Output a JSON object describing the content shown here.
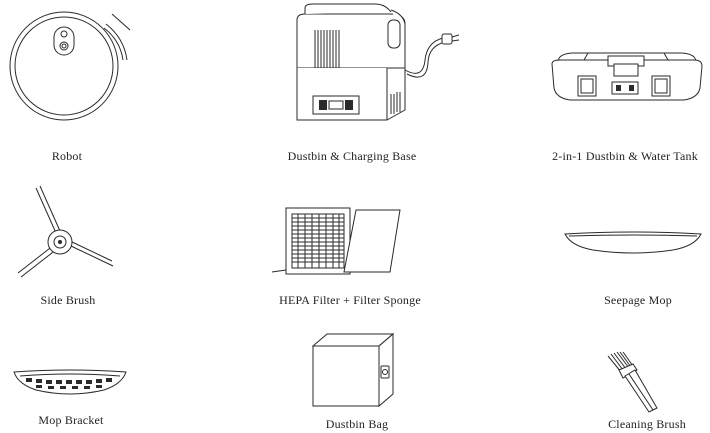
{
  "items": [
    {
      "label": "Robot",
      "icon": "robot-vacuum-icon"
    },
    {
      "label": "Dustbin & Charging Base",
      "icon": "charging-base-icon"
    },
    {
      "label": "2-in-1 Dustbin & Water Tank",
      "icon": "dustbin-water-tank-icon"
    },
    {
      "label": "Side Brush",
      "icon": "side-brush-icon"
    },
    {
      "label": "HEPA Filter + Filter Sponge",
      "icon": "hepa-filter-icon"
    },
    {
      "label": "Seepage Mop",
      "icon": "seepage-mop-icon"
    },
    {
      "label": "Mop Bracket",
      "icon": "mop-bracket-icon"
    },
    {
      "label": "Dustbin Bag",
      "icon": "dustbin-bag-icon"
    },
    {
      "label": "Cleaning Brush",
      "icon": "cleaning-brush-icon"
    }
  ]
}
